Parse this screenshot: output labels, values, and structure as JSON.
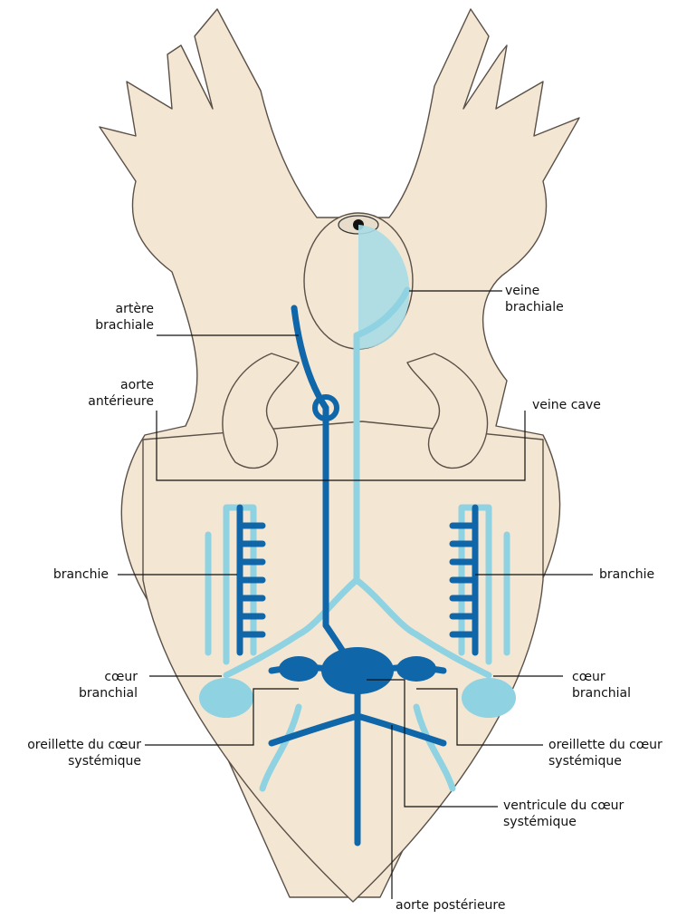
{
  "labels": {
    "artere_brachiale": "artère\nbrachiale",
    "veine_brachiale": "veine\nbrachiale",
    "aorte_anterieure": "aorte\nantérieure",
    "veine_cave": "veine cave",
    "branchie_left": "branchie",
    "branchie_right": "branchie",
    "coeur_branchial_left": "cœur\nbranchial",
    "coeur_branchial_right": "cœur\nbranchial",
    "oreillette_left": "oreillette du cœur\nsystémique",
    "oreillette_right": "oreillette du cœur\nsystémique",
    "ventricule": "ventricule du cœur\nsystémique",
    "aorte_posterieure": "aorte postérieure"
  },
  "colors": {
    "body": "#f3e6d2",
    "outline": "#5a5048",
    "arterial": "#0f66a8",
    "venous": "#8fd2e2",
    "leader": "#111111"
  }
}
